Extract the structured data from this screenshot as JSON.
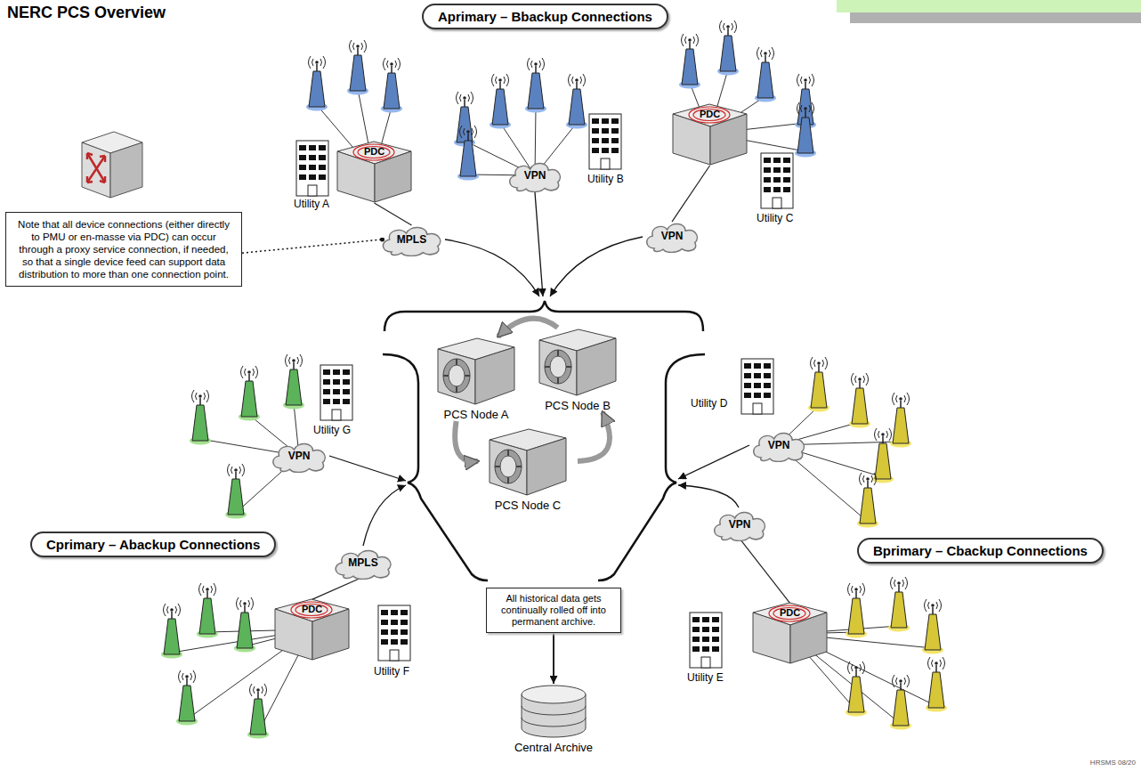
{
  "diagram": {
    "title": "NERC PCS Overview",
    "nodes": [
      {
        "text": [
          "Aprimary – Bbackup Connections"
        ]
      },
      {
        "text": [
          "PDC"
        ]
      },
      {
        "text": [
          "MPLS"
        ]
      },
      {
        "text": [
          "VPN"
        ]
      },
      {
        "text": [
          "PDC"
        ]
      },
      {
        "text": [
          "VPN"
        ]
      },
      {
        "text": [
          "Note that all device connections (either directly to PMU or en-masse via PDC) can occur through a proxy service connection, if needed, so that a single device feed can support data distribution to more than one connection point."
        ]
      },
      {
        "text": [
          "PCS Node A"
        ]
      },
      {
        "text": [
          "PCS Node B"
        ]
      },
      {
        "text": [
          "PCS Node C"
        ]
      },
      {
        "text": [
          "VPN"
        ]
      },
      {
        "text": [
          "MPLS"
        ]
      },
      {
        "text": [
          "PDC"
        ]
      },
      {
        "text": [
          "Cprimary – Abackup Connections"
        ]
      },
      {
        "text": [
          "VPN"
        ]
      },
      {
        "text": [
          "VPN"
        ]
      },
      {
        "text": [
          "PDC"
        ]
      },
      {
        "text": [
          "Bprimary – Cbackup Connections"
        ]
      },
      {
        "text": [
          "All historical data gets continually rolled off into permanent archive."
        ]
      },
      {
        "text": [
          "Central Archive"
        ]
      }
    ],
    "edges": [
      {
        "from": 1,
        "to": 2,
        "arrow": "none"
      },
      {
        "from": 4,
        "to": 5,
        "arrow": "none"
      },
      {
        "from": 6,
        "to": 2,
        "arrow": "none"
      },
      {
        "from": 8,
        "to": 7,
        "arrow": "to"
      },
      {
        "from": 7,
        "to": 9,
        "arrow": "to"
      },
      {
        "from": 9,
        "to": 8,
        "arrow": "to"
      },
      {
        "from": 12,
        "to": 11,
        "arrow": "none"
      },
      {
        "from": 16,
        "to": 15,
        "arrow": "none"
      },
      {
        "from": 18,
        "to": 19,
        "arrow": "to"
      }
    ],
    "labels": [
      "Utility A",
      "Utility B",
      "Utility C",
      "Utility G",
      "Utility D",
      "Utility F",
      "Utility E",
      "HRSMS 08/20"
    ]
  }
}
